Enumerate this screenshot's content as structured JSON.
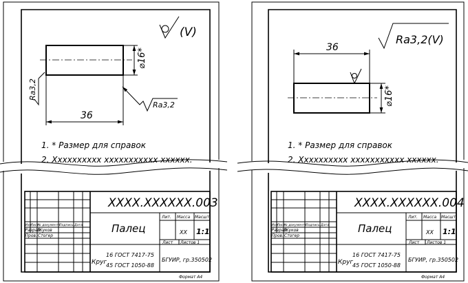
{
  "sheets": [
    {
      "surface_symbol": "(V)",
      "roughness_label": "Ra3,2",
      "length_dim": "36",
      "diameter_dim": "⌀16*",
      "note1": "1. * Размер для справок",
      "note2": "2. Xxxxxxxxxx xxxxxxxxxxx xxxxxx.",
      "designation": "XXXX.XXXXXX.003",
      "part_name": "Палец",
      "material_line1": "Круг",
      "material_line2": "16 ГОСТ 7417-75",
      "material_line3": "45 ГОСТ 1050-88",
      "org": "БГУИР, гр.350502",
      "col_izm": "Изм",
      "col_list": "Лист",
      "col_doc": "№ документа",
      "col_sign": "Подпись",
      "col_date": "Дата",
      "row_dev": "Разраб.",
      "row_check": "Пров.",
      "dev_name": "Жуков",
      "check_name": "Стогер",
      "lit": "Лит.",
      "mass": "Масса",
      "scale": "Масшт.",
      "mass_value": "XX",
      "scale_value": "1:1",
      "sheet": "Лист",
      "sheets_total": "Листов 1",
      "format": "Формат А4"
    },
    {
      "roughness_label": "Ra3,2(V)",
      "length_dim": "36",
      "diameter_dim": "⌀16*",
      "note1": "1. * Размер для справок",
      "note2": "2. Xxxxxxxxxx xxxxxxxxxxx xxxxxx.",
      "designation": "XXXX.XXXXXX.004",
      "part_name": "Палец",
      "material_line1": "Круг",
      "material_line2": "16 ГОСТ 7417-75",
      "material_line3": "45 ГОСТ 1050-88",
      "org": "БГУИР, гр.350502",
      "col_izm": "Изм",
      "col_list": "Лист",
      "col_doc": "№ документа",
      "col_sign": "Подпись",
      "col_date": "Дата",
      "row_dev": "Разраб.",
      "row_check": "Пров.",
      "dev_name": "Жуков",
      "check_name": "Стогер",
      "lit": "Лит.",
      "mass": "Масса",
      "scale": "Масшт.",
      "mass_value": "XX",
      "scale_value": "1:1",
      "sheet": "Лист",
      "sheets_total": "Листов 1",
      "format": "Формат А4"
    }
  ]
}
